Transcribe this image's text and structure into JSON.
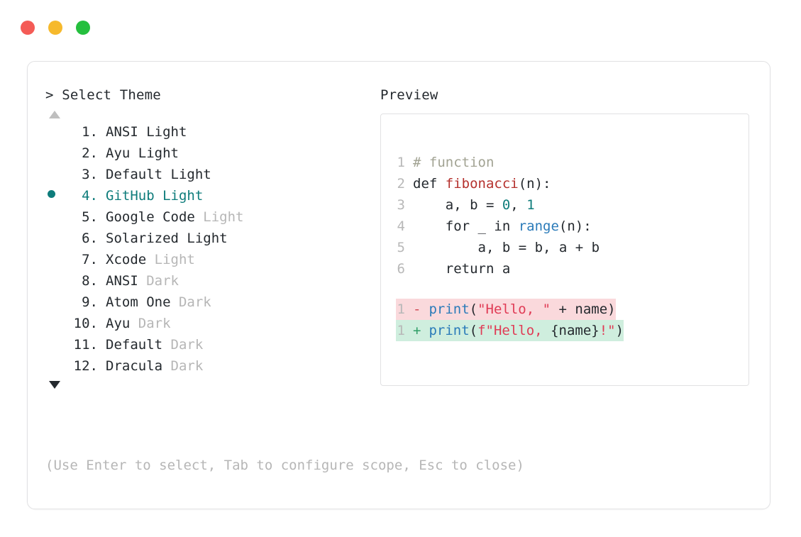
{
  "window": {
    "traffic_lights": [
      {
        "name": "close",
        "color": "#f45b56"
      },
      {
        "name": "minimize",
        "color": "#f6b92c"
      },
      {
        "name": "maximize",
        "color": "#25bf3e"
      }
    ]
  },
  "selector": {
    "prompt_symbol": ">",
    "title": "Select Theme",
    "scroll_up_icon": "triangle-up",
    "scroll_down_icon": "triangle-down",
    "selected_index": 4,
    "selected_marker": "●",
    "accent_color": "#0e7c7b",
    "dim_color": "#b6b6b6",
    "items": [
      {
        "index": "1.",
        "name": "ANSI",
        "variant": " Light",
        "variant_dim": false,
        "selected": false
      },
      {
        "index": "2.",
        "name": "Ayu",
        "variant": " Light",
        "variant_dim": false,
        "selected": false
      },
      {
        "index": "3.",
        "name": "Default",
        "variant": " Light",
        "variant_dim": false,
        "selected": false
      },
      {
        "index": "4.",
        "name": "GitHub",
        "variant": " Light",
        "variant_dim": false,
        "selected": true
      },
      {
        "index": "5.",
        "name": "Google Code",
        "variant": " Light",
        "variant_dim": true,
        "selected": false
      },
      {
        "index": "6.",
        "name": "Solarized",
        "variant": " Light",
        "variant_dim": false,
        "selected": false
      },
      {
        "index": "7.",
        "name": "Xcode",
        "variant": " Light",
        "variant_dim": true,
        "selected": false
      },
      {
        "index": "8.",
        "name": "ANSI",
        "variant": " Dark",
        "variant_dim": true,
        "selected": false
      },
      {
        "index": "9.",
        "name": "Atom One",
        "variant": " Dark",
        "variant_dim": true,
        "selected": false
      },
      {
        "index": "10.",
        "name": "Ayu",
        "variant": " Dark",
        "variant_dim": true,
        "selected": false
      },
      {
        "index": "11.",
        "name": "Default",
        "variant": " Dark",
        "variant_dim": true,
        "selected": false
      },
      {
        "index": "12.",
        "name": "Dracula",
        "variant": " Dark",
        "variant_dim": true,
        "selected": false
      }
    ]
  },
  "preview": {
    "title": "Preview",
    "code_lines": [
      {
        "number": "1",
        "tokens": [
          {
            "t": "# function",
            "c": "comment"
          }
        ]
      },
      {
        "number": "2",
        "tokens": [
          {
            "t": "def ",
            "c": "keyword"
          },
          {
            "t": "fibonacci",
            "c": "func"
          },
          {
            "t": "(n):",
            "c": "plain"
          }
        ]
      },
      {
        "number": "3",
        "tokens": [
          {
            "t": "    a, b = ",
            "c": "plain"
          },
          {
            "t": "0",
            "c": "number"
          },
          {
            "t": ", ",
            "c": "plain"
          },
          {
            "t": "1",
            "c": "number"
          }
        ]
      },
      {
        "number": "4",
        "tokens": [
          {
            "t": "    for _ in ",
            "c": "plain"
          },
          {
            "t": "range",
            "c": "builtin"
          },
          {
            "t": "(n):",
            "c": "plain"
          }
        ]
      },
      {
        "number": "5",
        "tokens": [
          {
            "t": "        a, b = b, a + b",
            "c": "plain"
          }
        ]
      },
      {
        "number": "6",
        "tokens": [
          {
            "t": "    return a",
            "c": "plain"
          }
        ]
      }
    ],
    "diff_lines": [
      {
        "number": "1",
        "sign": "-",
        "kind": "del",
        "bg_color": "#fad9dc",
        "tokens": [
          {
            "t": "print",
            "c": "builtin"
          },
          {
            "t": "(",
            "c": "plain"
          },
          {
            "t": "\"Hello, \"",
            "c": "string"
          },
          {
            "t": " + name)",
            "c": "plain"
          }
        ]
      },
      {
        "number": "1",
        "sign": "+",
        "kind": "add",
        "bg_color": "#cfeede",
        "tokens": [
          {
            "t": "print",
            "c": "builtin"
          },
          {
            "t": "(",
            "c": "plain"
          },
          {
            "t": "f\"Hello, ",
            "c": "string"
          },
          {
            "t": "{name}",
            "c": "plain"
          },
          {
            "t": "!\"",
            "c": "string"
          },
          {
            "t": ")",
            "c": "plain"
          }
        ]
      }
    ]
  },
  "footer": {
    "hint": "(Use Enter to select, Tab to configure scope, Esc to close)"
  }
}
